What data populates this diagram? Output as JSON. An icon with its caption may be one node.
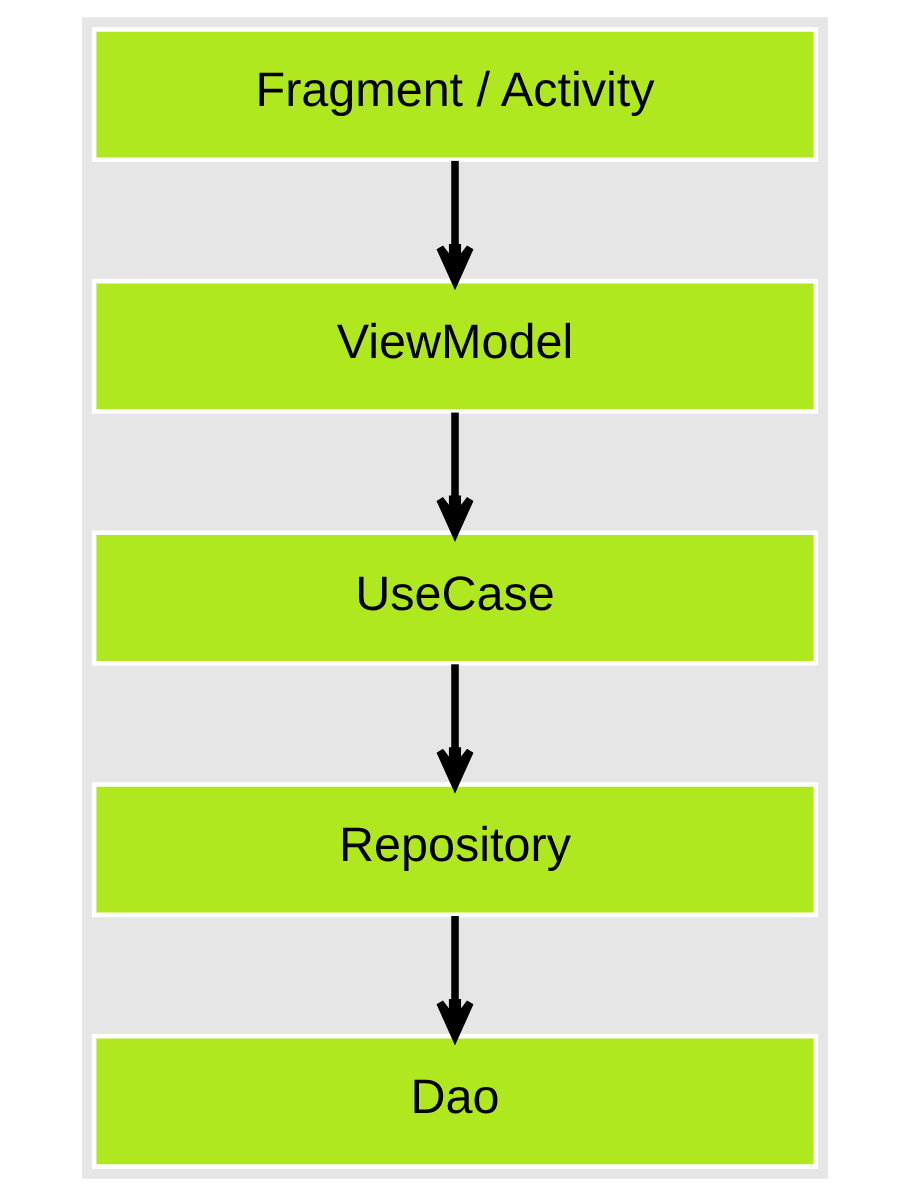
{
  "diagram": {
    "nodes": [
      {
        "text": [
          "Fragment / Activity"
        ]
      },
      {
        "text": [
          "ViewModel"
        ]
      },
      {
        "text": [
          "UseCase"
        ]
      },
      {
        "text": [
          "Repository"
        ]
      },
      {
        "text": [
          "Dao"
        ]
      }
    ],
    "edges": [
      {
        "from": 0,
        "to": 1,
        "arrow": "to"
      },
      {
        "from": 1,
        "to": 2,
        "arrow": "to"
      },
      {
        "from": 2,
        "to": 3,
        "arrow": "to"
      },
      {
        "from": 3,
        "to": 4,
        "arrow": "to"
      }
    ]
  }
}
